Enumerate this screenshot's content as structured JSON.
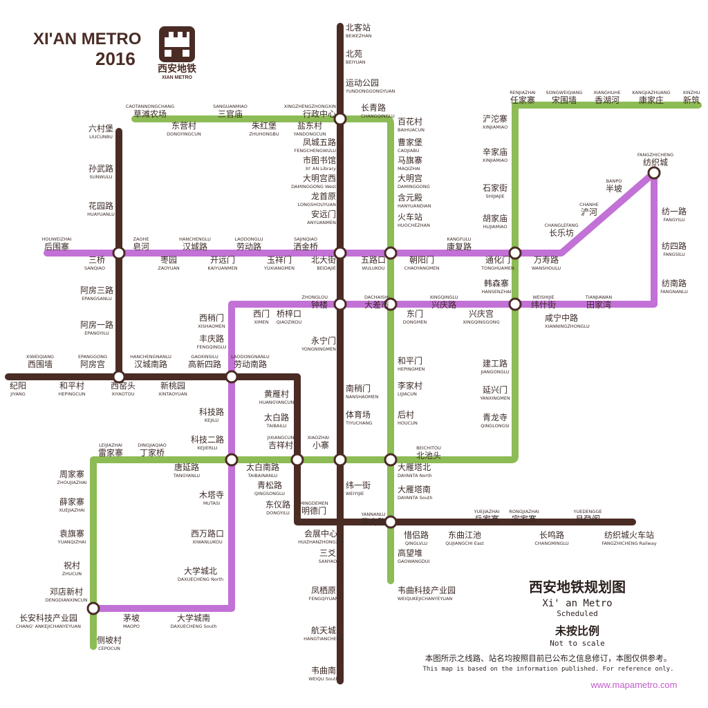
{
  "header": {
    "title": "XI'AN METRO",
    "year": "2016",
    "logo_cn": "西安地铁",
    "logo_en": "XIAN METRO"
  },
  "legend": {
    "title_cn": "西安地铁规划图",
    "title_en": "Xi' an Metro",
    "subtitle_en": "Scheduled",
    "scale_cn": "未按比例",
    "scale_en": "Not to scale",
    "disclaimer_cn": "本图所示之线路、站名均按照目前已公布之信息修订，本图仅供参考。",
    "disclaimer_en": "This map is based on the information published. For reference only.",
    "url": "www.mapametro.com"
  },
  "colors": {
    "line_dark": "#4a2c25",
    "line_green": "#8dbb55",
    "line_purple": "#c271d6",
    "station_fill": "#ffffff",
    "interchange_stroke": "#4a2c25"
  },
  "stations": [
    {
      "cn": "北客站",
      "py": "BEIKEZHAN"
    },
    {
      "cn": "北苑",
      "py": "BEIYUAN"
    },
    {
      "cn": "运动公园",
      "py": "YUNDONGGONGYUAN"
    },
    {
      "cn": "行政中心",
      "py": "XINGZHENGZHONGXIN"
    },
    {
      "cn": "长青路",
      "py": "CHANGQINGLU"
    },
    {
      "cn": "草滩农场",
      "py": "CAOTANNONGCHANG"
    },
    {
      "cn": "三官庙",
      "py": "SANGUANMIAO"
    },
    {
      "cn": "东营村",
      "py": "DONGYINGCUN"
    },
    {
      "cn": "朱红堡",
      "py": "ZHUHONGBU"
    },
    {
      "cn": "盐东村",
      "py": "YANDONGCUN"
    },
    {
      "cn": "凤城五路",
      "py": "FENGCHENGWULU"
    },
    {
      "cn": "市图书馆",
      "py": "XI' AN Library"
    },
    {
      "cn": "大明宫西",
      "py": "DAMINGGONG West"
    },
    {
      "cn": "龙首原",
      "py": "LONGSHOUYUAN"
    },
    {
      "cn": "安远门",
      "py": "ANYUANMEN"
    },
    {
      "cn": "北大街",
      "py": "BEIDAJIE"
    },
    {
      "cn": "钟楼",
      "py": "ZHONGLOU"
    },
    {
      "cn": "永宁门",
      "py": "YONGNINGMEN"
    },
    {
      "cn": "南稍门",
      "py": "NANSHAOMEN"
    },
    {
      "cn": "体育场",
      "py": "TIYUCHANG"
    },
    {
      "cn": "小寨",
      "py": "XIAOZHAI"
    },
    {
      "cn": "纬一街",
      "py": "WEIYIJIE"
    },
    {
      "cn": "会展中心",
      "py": "HUIZHANZHONGXIN"
    },
    {
      "cn": "三爻",
      "py": "SANYAO"
    },
    {
      "cn": "凤栖原",
      "py": "FENGQIYUAN"
    },
    {
      "cn": "航天城",
      "py": "HANGTIANCHENG"
    },
    {
      "cn": "韦曲南",
      "py": "WEIQU South"
    },
    {
      "cn": "百花村",
      "py": "BAIHUACUN"
    },
    {
      "cn": "曹家堡",
      "py": "CAOJIABU"
    },
    {
      "cn": "马旗寨",
      "py": "MAQIZHAI"
    },
    {
      "cn": "大明宫",
      "py": "DAMINGGONG"
    },
    {
      "cn": "含元殿",
      "py": "HANYUANDIAN"
    },
    {
      "cn": "火车站",
      "py": "HUOCHEZHAN"
    },
    {
      "cn": "五路口",
      "py": "WULUKOU"
    },
    {
      "cn": "大差市",
      "py": "DACHAISHI"
    },
    {
      "cn": "东门",
      "py": "DONGMEN"
    },
    {
      "cn": "和平门",
      "py": "HEPINGMEN"
    },
    {
      "cn": "李家村",
      "py": "LIJIACUN"
    },
    {
      "cn": "后村",
      "py": "HOUCUN"
    },
    {
      "cn": "北池头",
      "py": "BEICHITOU"
    },
    {
      "cn": "大雁塔北",
      "py": "DAYANTA North"
    },
    {
      "cn": "大雁塔南",
      "py": "DAYANTA South"
    },
    {
      "cn": "燕南路",
      "py": "YANNANLU"
    },
    {
      "cn": "高望堆",
      "py": "GAOWANGDUI"
    },
    {
      "cn": "韦曲科技产业园",
      "py": "WEIQUKEJICHANYEYUAN"
    },
    {
      "cn": "后围寨",
      "py": "HOUWEIZHAI"
    },
    {
      "cn": "三桥",
      "py": "SANQIAO"
    },
    {
      "cn": "皂河",
      "py": "ZAOHE"
    },
    {
      "cn": "枣园",
      "py": "ZAOYUAN"
    },
    {
      "cn": "汉城路",
      "py": "HANCHENGLU"
    },
    {
      "cn": "开远门",
      "py": "KAIYUANMEN"
    },
    {
      "cn": "劳动路",
      "py": "LAODONGLU"
    },
    {
      "cn": "玉祥门",
      "py": "YUXIANGMEN"
    },
    {
      "cn": "洒金桥",
      "py": "SAJINQIAO"
    },
    {
      "cn": "朝阳门",
      "py": "CHAOYANGMEN"
    },
    {
      "cn": "康复路",
      "py": "KANGFULU"
    },
    {
      "cn": "通化门",
      "py": "TONGHUAMEN"
    },
    {
      "cn": "万寿路",
      "py": "WANSHOULU"
    },
    {
      "cn": "长乐坊",
      "py": "CHANGLEFANG"
    },
    {
      "cn": "浐河",
      "py": "CHANHE"
    },
    {
      "cn": "半坡",
      "py": "BANPO"
    },
    {
      "cn": "纺织城",
      "py": "FANGZHICHENG"
    },
    {
      "cn": "六村堡",
      "py": "LIUCUNBU"
    },
    {
      "cn": "孙武路",
      "py": "SUNWULU"
    },
    {
      "cn": "花园路",
      "py": "HUAYUANLU"
    },
    {
      "cn": "阿房三路",
      "py": "EPANGSANLU"
    },
    {
      "cn": "阿房一路",
      "py": "EPANGYILU"
    },
    {
      "cn": "西窑头",
      "py": "XIYAOTOU"
    },
    {
      "cn": "纪阳",
      "py": "JIYANG"
    },
    {
      "cn": "和平村",
      "py": "HEPINGCUN"
    },
    {
      "cn": "西围墙",
      "py": "XIWEIQIANG"
    },
    {
      "cn": "阿房宫",
      "py": "EPANGGONG"
    },
    {
      "cn": "汉城南路",
      "py": "HANCHENGNANLU"
    },
    {
      "cn": "新桃园",
      "py": "XINTAOYUAN"
    },
    {
      "cn": "高新四路",
      "py": "GAOXINSILU"
    },
    {
      "cn": "劳动南路",
      "py": "LAODONGNANLU"
    },
    {
      "cn": "黄雁村",
      "py": "HUANGYANCUN"
    },
    {
      "cn": "太白路",
      "py": "TAIBAILU"
    },
    {
      "cn": "吉祥村",
      "py": "JIXIANGCUN"
    },
    {
      "cn": "太白南路",
      "py": "TAIBAINANLU"
    },
    {
      "cn": "青松路",
      "py": "QINGSONGLU"
    },
    {
      "cn": "东仪路",
      "py": "DONGYILU"
    },
    {
      "cn": "明德门",
      "py": "MINGDEMEN"
    },
    {
      "cn": "西稍门",
      "py": "XISHAOMEN"
    },
    {
      "cn": "丰庆路",
      "py": "FENGQINGLU"
    },
    {
      "cn": "西门",
      "py": "XIMEN"
    },
    {
      "cn": "桥梓口",
      "py": "QIAOZIKOU"
    },
    {
      "cn": "科技路",
      "py": "KEJILU"
    },
    {
      "cn": "科技二路",
      "py": "KEJIERLU"
    },
    {
      "cn": "唐延路",
      "py": "TANGYANLU"
    },
    {
      "cn": "木塔寺",
      "py": "MUTASI"
    },
    {
      "cn": "西万路口",
      "py": "XIWANLUKOU"
    },
    {
      "cn": "大学城北",
      "py": "DAXUECHENG North"
    },
    {
      "cn": "大学城南",
      "py": "DAXUECHENG South"
    },
    {
      "cn": "茅坡",
      "py": "MAOPO"
    },
    {
      "cn": "雷家寨",
      "py": "LEIJIAZHAI"
    },
    {
      "cn": "丁家桥",
      "py": "DINGJIAQIAO"
    },
    {
      "cn": "周家寨",
      "py": "ZHOUJIAZHAI"
    },
    {
      "cn": "薛家寨",
      "py": "XUEJIAZHAI"
    },
    {
      "cn": "袁旗寨",
      "py": "YUANQIZHAI"
    },
    {
      "cn": "祝村",
      "py": "ZHUCUN"
    },
    {
      "cn": "邓店新村",
      "py": "DENGDIANXINCUN"
    },
    {
      "cn": "长安科技产业园",
      "py": "CHANG' ANKEJICHANYEYUAN"
    },
    {
      "cn": "侧坡村",
      "py": "CEPOCUN"
    },
    {
      "cn": "兴庆路",
      "py": "XINGQINGLU"
    },
    {
      "cn": "兴庆宫",
      "py": "XINGQINGGONG"
    },
    {
      "cn": "咸宁中路",
      "py": "XIANNINGZHONGLU"
    },
    {
      "cn": "韩森寨",
      "py": "HANSENZHAI"
    },
    {
      "cn": "纬什街",
      "py": "WEISHIJIE"
    },
    {
      "cn": "田家湾",
      "py": "TIANJIAWAN"
    },
    {
      "cn": "纺南路",
      "py": "FANGNANLU"
    },
    {
      "cn": "纺四路",
      "py": "FANGSILU"
    },
    {
      "cn": "纺一路",
      "py": "FANGYILU"
    },
    {
      "cn": "建工路",
      "py": "JIANGONGLU"
    },
    {
      "cn": "延兴门",
      "py": "YANXINGMEN"
    },
    {
      "cn": "青龙寺",
      "py": "QINGLONGSI"
    },
    {
      "cn": "胡家庙",
      "py": "HUJIAMIAO"
    },
    {
      "cn": "石家街",
      "py": "SHIJIAJIE"
    },
    {
      "cn": "辛家庙",
      "py": "XINJIAMIAO"
    },
    {
      "cn": "浐沱寨",
      "py": "XINJIAMIAO"
    },
    {
      "cn": "任家寨",
      "py": "RENJIAZHAI"
    },
    {
      "cn": "宋围墙",
      "py": "SONGWEIQIANG"
    },
    {
      "cn": "香湖河",
      "py": "XIANGHUHE"
    },
    {
      "cn": "康家庄",
      "py": "KANGJIAZHUANG"
    },
    {
      "cn": "新筑",
      "py": "XINZHU"
    },
    {
      "cn": "岳家寨",
      "py": "YUEJIAZHAI"
    },
    {
      "cn": "宗家寨",
      "py": "RONGJIAZHAI"
    },
    {
      "cn": "月登阁",
      "py": "YUEDENGGE"
    },
    {
      "cn": "惜侣路",
      "py": "QINGLVLU"
    },
    {
      "cn": "东曲江池",
      "py": "QUJIANGCHI East"
    },
    {
      "cn": "长鸣路",
      "py": "CHANGMINGLU"
    },
    {
      "cn": "纺织城火车站",
      "py": "FANGZHICHENG Railway"
    }
  ]
}
